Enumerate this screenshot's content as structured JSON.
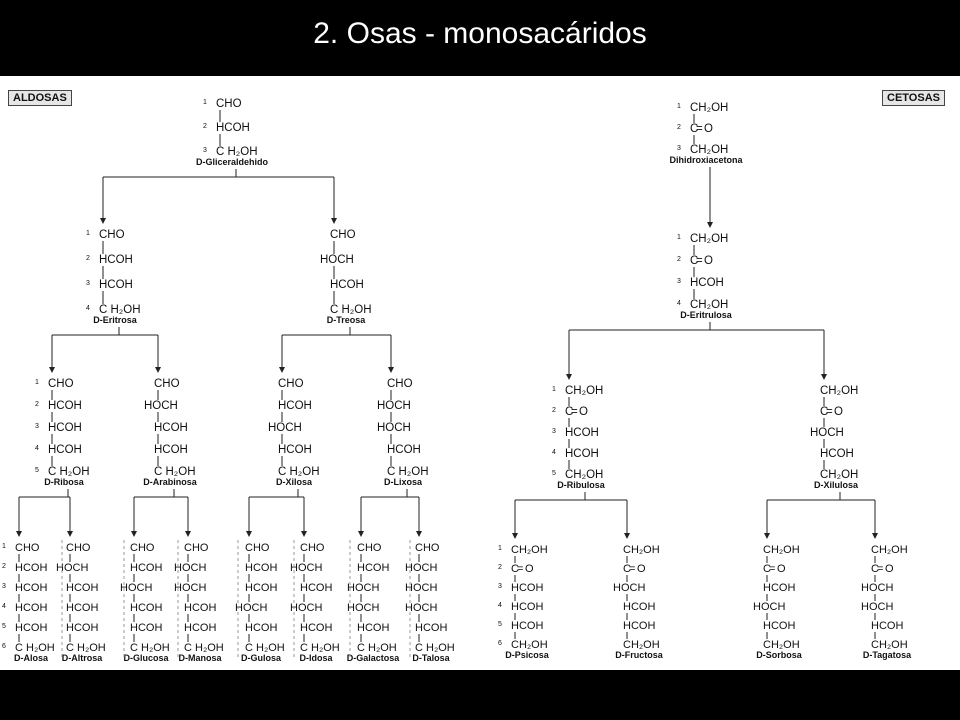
{
  "slide": {
    "title": "2. Osas - monosacáridos"
  },
  "labels": {
    "aldosas": "ALDOSAS",
    "cetosas": "CETOSAS"
  },
  "bond": {
    "double": "="
  },
  "aldoses": [
    {
      "id": "gliceraldehido",
      "name": "D-Gliceraldehido",
      "groups": [
        "CHO",
        "HCOH",
        "C H₂OH"
      ]
    },
    {
      "id": "eritrosa",
      "name": "D-Eritrosa",
      "groups": [
        "CHO",
        "HCOH",
        "HCOH",
        "C H₂OH"
      ]
    },
    {
      "id": "treosa",
      "name": "D-Treosa",
      "groups": [
        "CHO",
        "HOCH",
        "HCOH",
        "C H₂OH"
      ]
    },
    {
      "id": "ribosa",
      "name": "D-Ribosa",
      "groups": [
        "CHO",
        "HCOH",
        "HCOH",
        "HCOH",
        "C H₂OH"
      ]
    },
    {
      "id": "arabinosa",
      "name": "D-Arabinosa",
      "groups": [
        "CHO",
        "HOCH",
        "HCOH",
        "HCOH",
        "C H₂OH"
      ]
    },
    {
      "id": "xilosa",
      "name": "D-Xilosa",
      "groups": [
        "CHO",
        "HCOH",
        "HOCH",
        "HCOH",
        "C H₂OH"
      ]
    },
    {
      "id": "lixosa",
      "name": "D-Lixosa",
      "groups": [
        "CHO",
        "HOCH",
        "HOCH",
        "HCOH",
        "C H₂OH"
      ]
    },
    {
      "id": "alosa",
      "name": "D-Alosa",
      "groups": [
        "CHO",
        "HCOH",
        "HCOH",
        "HCOH",
        "HCOH",
        "C H₂OH"
      ]
    },
    {
      "id": "altrosa",
      "name": "D-Altrosa",
      "groups": [
        "CHO",
        "HOCH",
        "HCOH",
        "HCOH",
        "HCOH",
        "C H₂OH"
      ]
    },
    {
      "id": "glucosa",
      "name": "D-Glucosa",
      "groups": [
        "CHO",
        "HCOH",
        "HOCH",
        "HCOH",
        "HCOH",
        "C H₂OH"
      ]
    },
    {
      "id": "manosa",
      "name": "D-Manosa",
      "groups": [
        "CHO",
        "HOCH",
        "HOCH",
        "HCOH",
        "HCOH",
        "C H₂OH"
      ]
    },
    {
      "id": "gulosa",
      "name": "D-Gulosa",
      "groups": [
        "CHO",
        "HCOH",
        "HCOH",
        "HOCH",
        "HCOH",
        "C H₂OH"
      ]
    },
    {
      "id": "idosa",
      "name": "D-Idosa",
      "groups": [
        "CHO",
        "HOCH",
        "HCOH",
        "HOCH",
        "HCOH",
        "C H₂OH"
      ]
    },
    {
      "id": "galactosa",
      "name": "D-Galactosa",
      "groups": [
        "CHO",
        "HCOH",
        "HOCH",
        "HOCH",
        "HCOH",
        "C H₂OH"
      ]
    },
    {
      "id": "talosa",
      "name": "D-Talosa",
      "groups": [
        "CHO",
        "HOCH",
        "HOCH",
        "HOCH",
        "HCOH",
        "C H₂OH"
      ]
    }
  ],
  "ketoses": [
    {
      "id": "dihidroxiacetona",
      "name": "Dihidroxiacetona",
      "groups": [
        "CH₂OH",
        "C",
        "CH₂OH"
      ]
    },
    {
      "id": "eritrulosa",
      "name": "D-Eritrulosa",
      "groups": [
        "CH₂OH",
        "C",
        "HCOH",
        "CH₂OH"
      ]
    },
    {
      "id": "ribulosa",
      "name": "D-Ribulosa",
      "groups": [
        "CH₂OH",
        "C",
        "HCOH",
        "HCOH",
        "CH₂OH"
      ]
    },
    {
      "id": "xilulosa",
      "name": "D-Xilulosa",
      "groups": [
        "CH₂OH",
        "C",
        "HOCH",
        "HCOH",
        "CH₂OH"
      ]
    },
    {
      "id": "psicosa",
      "name": "D-Psicosa",
      "groups": [
        "CH₂OH",
        "C",
        "HCOH",
        "HCOH",
        "HCOH",
        "CH₂OH"
      ]
    },
    {
      "id": "fructosa",
      "name": "D-Fructosa",
      "groups": [
        "CH₂OH",
        "C",
        "HOCH",
        "HCOH",
        "HCOH",
        "CH₂OH"
      ]
    },
    {
      "id": "sorbosa",
      "name": "D-Sorbosa",
      "groups": [
        "CH₂OH",
        "C",
        "HCOH",
        "HOCH",
        "HCOH",
        "CH₂OH"
      ]
    },
    {
      "id": "tagatosa",
      "name": "D-Tagatosa",
      "groups": [
        "CH₂OH",
        "C",
        "HOCH",
        "HOCH",
        "HCOH",
        "CH₂OH"
      ]
    }
  ],
  "ketone_oxygen": "O",
  "tree": {
    "aldose_children": {
      "gliceraldehido": [
        "eritrosa",
        "treosa"
      ],
      "eritrosa": [
        "ribosa",
        "arabinosa"
      ],
      "treosa": [
        "xilosa",
        "lixosa"
      ],
      "ribosa": [
        "alosa",
        "altrosa"
      ],
      "arabinosa": [
        "glucosa",
        "manosa"
      ],
      "xilosa": [
        "gulosa",
        "idosa"
      ],
      "lixosa": [
        "galactosa",
        "talosa"
      ]
    },
    "ketose_children": {
      "dihidroxiacetona": [
        "eritrulosa"
      ],
      "eritrulosa": [
        "ribulosa",
        "xilulosa"
      ],
      "ribulosa": [
        "psicosa",
        "fructosa"
      ],
      "xilulosa": [
        "sorbosa",
        "tagatosa"
      ]
    }
  }
}
